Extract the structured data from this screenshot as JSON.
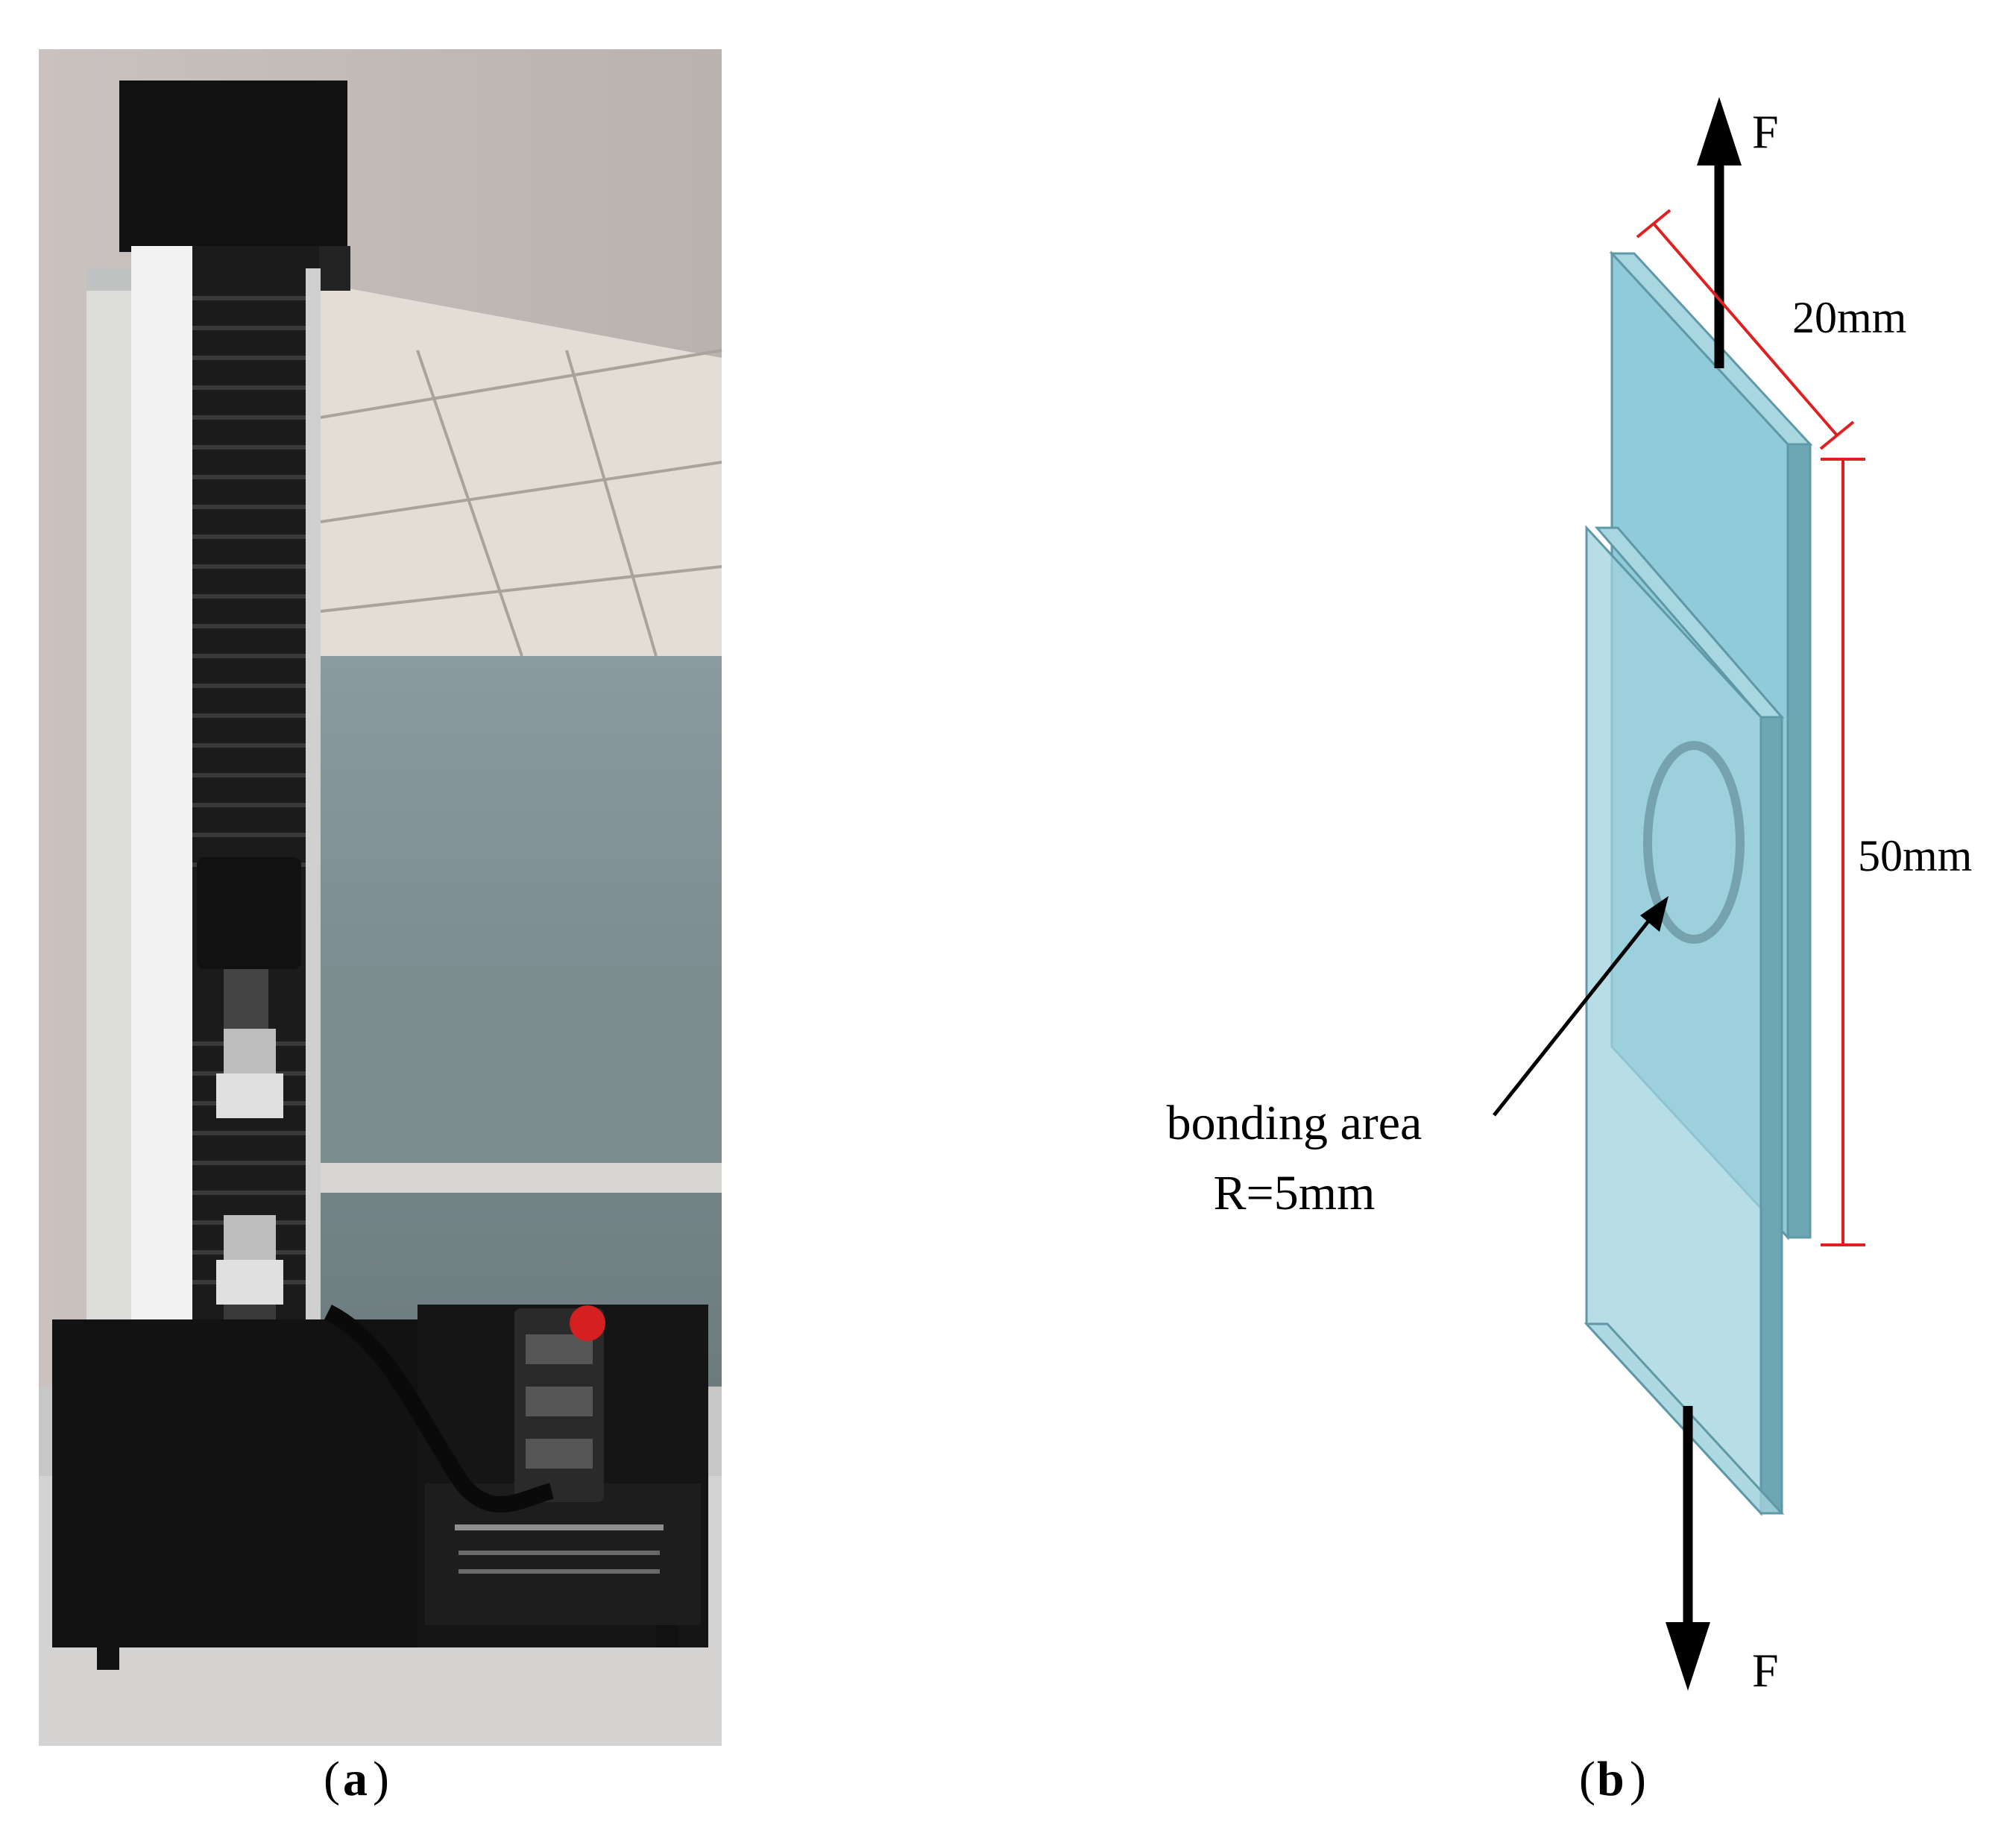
{
  "panel_a": {
    "caption_letter": "a",
    "photo_subject": "universal tensile testing machine"
  },
  "panel_b": {
    "caption_letter": "b",
    "force_top_label": "F",
    "force_bottom_label": "F",
    "width_label": "20mm",
    "length_label": "50mm",
    "bonding_label_line1": "bonding area",
    "bonding_label_line2": "R=5mm"
  },
  "colors": {
    "glass_fill": "#8fcbd8",
    "glass_edge": "#5f98a6",
    "dimension_red": "#e02020",
    "arrow_black": "#000000"
  },
  "icons": [
    "arrow-up-icon",
    "arrow-down-icon",
    "pointer-arrow-icon"
  ]
}
